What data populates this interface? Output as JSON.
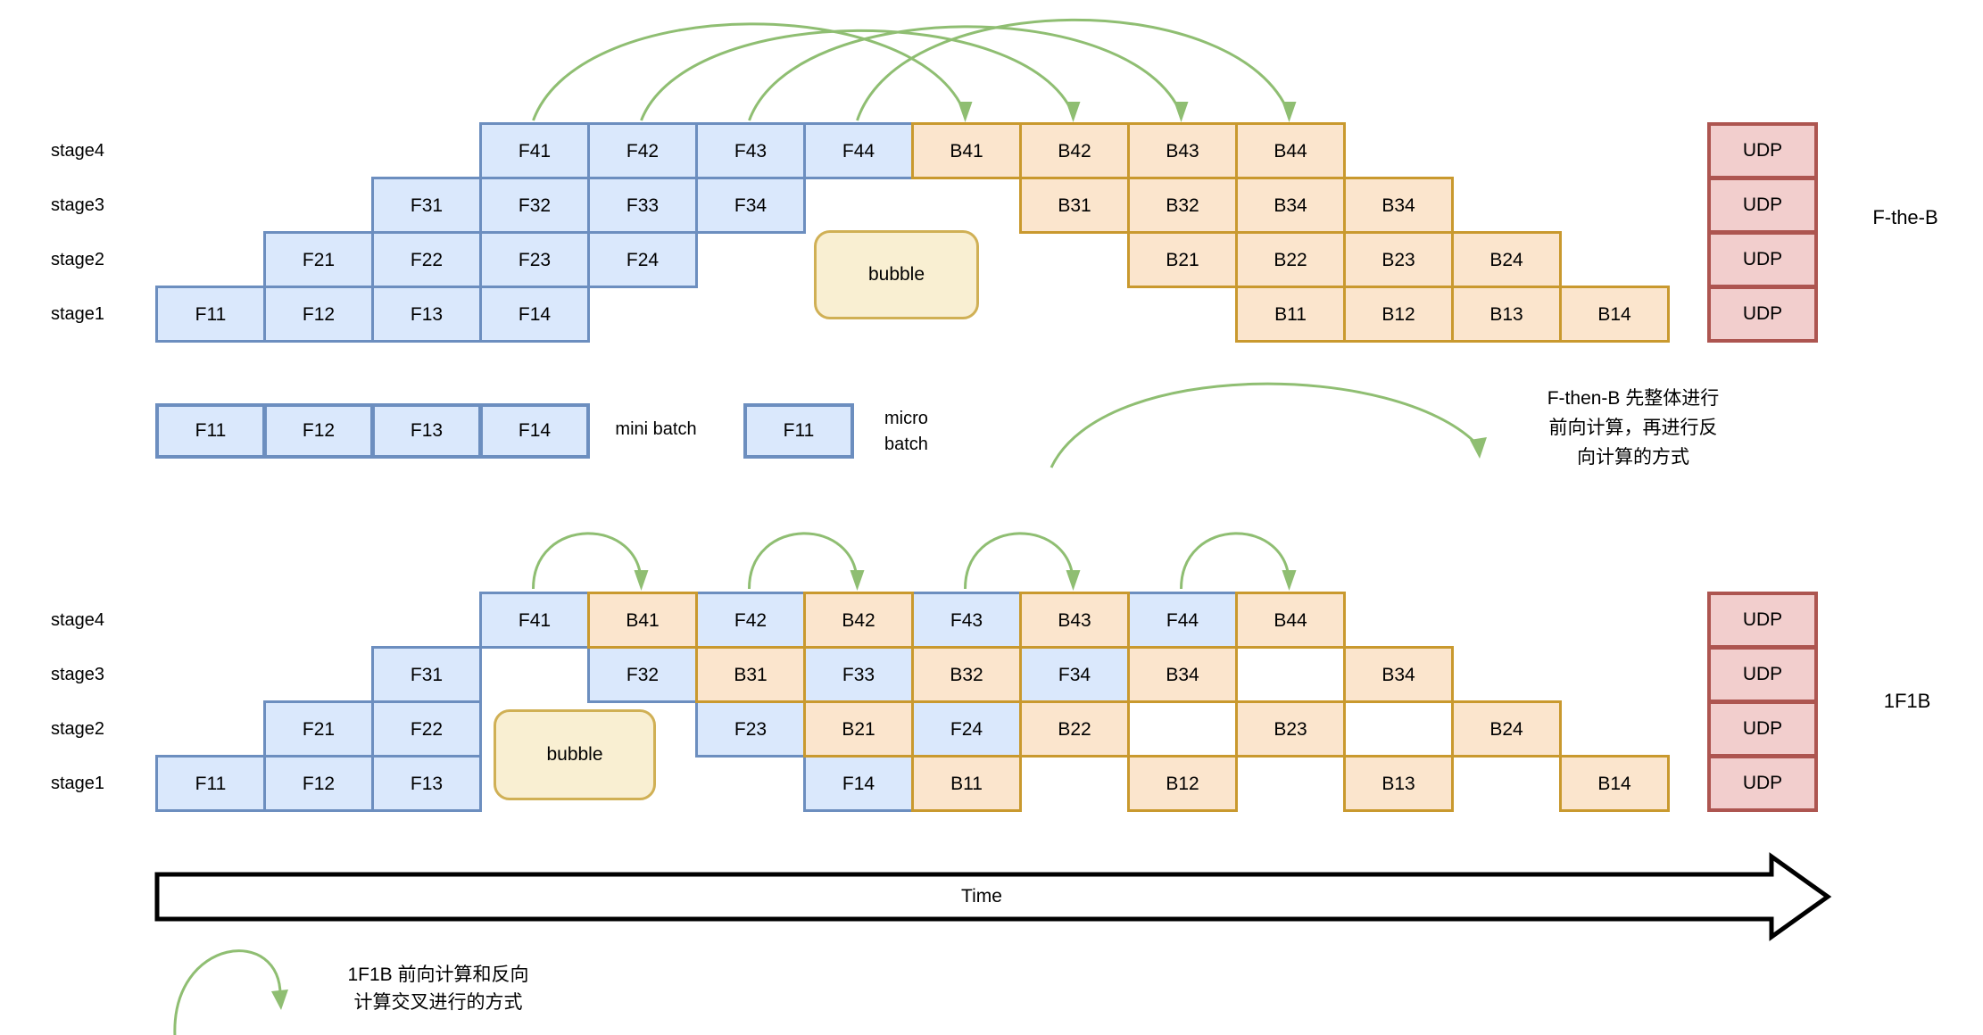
{
  "stages": [
    "stage4",
    "stage3",
    "stage2",
    "stage1"
  ],
  "top_diagram": {
    "name_label": "F-the-B",
    "bubble_label": "bubble",
    "udp_cells": [
      "UDP",
      "UDP",
      "UDP",
      "UDP"
    ],
    "cells": [
      {
        "l": "F41",
        "t": "F",
        "r": 0,
        "c": 3
      },
      {
        "l": "F42",
        "t": "F",
        "r": 0,
        "c": 4
      },
      {
        "l": "F43",
        "t": "F",
        "r": 0,
        "c": 5
      },
      {
        "l": "F44",
        "t": "F",
        "r": 0,
        "c": 6
      },
      {
        "l": "B41",
        "t": "B",
        "r": 0,
        "c": 7
      },
      {
        "l": "B42",
        "t": "B",
        "r": 0,
        "c": 8
      },
      {
        "l": "B43",
        "t": "B",
        "r": 0,
        "c": 9
      },
      {
        "l": "B44",
        "t": "B",
        "r": 0,
        "c": 10
      },
      {
        "l": "F31",
        "t": "F",
        "r": 1,
        "c": 2
      },
      {
        "l": "F32",
        "t": "F",
        "r": 1,
        "c": 3
      },
      {
        "l": "F33",
        "t": "F",
        "r": 1,
        "c": 4
      },
      {
        "l": "F34",
        "t": "F",
        "r": 1,
        "c": 5
      },
      {
        "l": "B31",
        "t": "B",
        "r": 1,
        "c": 8
      },
      {
        "l": "B32",
        "t": "B",
        "r": 1,
        "c": 9
      },
      {
        "l": "B34",
        "t": "B",
        "r": 1,
        "c": 10
      },
      {
        "l": "B34",
        "t": "B",
        "r": 1,
        "c": 11
      },
      {
        "l": "F21",
        "t": "F",
        "r": 2,
        "c": 1
      },
      {
        "l": "F22",
        "t": "F",
        "r": 2,
        "c": 2
      },
      {
        "l": "F23",
        "t": "F",
        "r": 2,
        "c": 3
      },
      {
        "l": "F24",
        "t": "F",
        "r": 2,
        "c": 4
      },
      {
        "l": "B21",
        "t": "B",
        "r": 2,
        "c": 9
      },
      {
        "l": "B22",
        "t": "B",
        "r": 2,
        "c": 10
      },
      {
        "l": "B23",
        "t": "B",
        "r": 2,
        "c": 11
      },
      {
        "l": "B24",
        "t": "B",
        "r": 2,
        "c": 12
      },
      {
        "l": "F11",
        "t": "F",
        "r": 3,
        "c": 0
      },
      {
        "l": "F12",
        "t": "F",
        "r": 3,
        "c": 1
      },
      {
        "l": "F13",
        "t": "F",
        "r": 3,
        "c": 2
      },
      {
        "l": "F14",
        "t": "F",
        "r": 3,
        "c": 3
      },
      {
        "l": "B11",
        "t": "B",
        "r": 3,
        "c": 10
      },
      {
        "l": "B12",
        "t": "B",
        "r": 3,
        "c": 11
      },
      {
        "l": "B13",
        "t": "B",
        "r": 3,
        "c": 12
      },
      {
        "l": "B14",
        "t": "B",
        "r": 3,
        "c": 13
      }
    ]
  },
  "bottom_diagram": {
    "name_label": "1F1B",
    "bubble_label": "bubble",
    "udp_cells": [
      "UDP",
      "UDP",
      "UDP",
      "UDP"
    ],
    "cells": [
      {
        "l": "F41",
        "t": "F",
        "r": 0,
        "c": 3
      },
      {
        "l": "B41",
        "t": "B",
        "r": 0,
        "c": 4
      },
      {
        "l": "F42",
        "t": "F",
        "r": 0,
        "c": 5
      },
      {
        "l": "B42",
        "t": "B",
        "r": 0,
        "c": 6
      },
      {
        "l": "F43",
        "t": "F",
        "r": 0,
        "c": 7
      },
      {
        "l": "B43",
        "t": "B",
        "r": 0,
        "c": 8
      },
      {
        "l": "F44",
        "t": "F",
        "r": 0,
        "c": 9
      },
      {
        "l": "B44",
        "t": "B",
        "r": 0,
        "c": 10
      },
      {
        "l": "F31",
        "t": "F",
        "r": 1,
        "c": 2
      },
      {
        "l": "F32",
        "t": "F",
        "r": 1,
        "c": 4
      },
      {
        "l": "B31",
        "t": "B",
        "r": 1,
        "c": 5
      },
      {
        "l": "F33",
        "t": "F",
        "r": 1,
        "c": 6
      },
      {
        "l": "B32",
        "t": "B",
        "r": 1,
        "c": 7
      },
      {
        "l": "F34",
        "t": "F",
        "r": 1,
        "c": 8
      },
      {
        "l": "B34",
        "t": "B",
        "r": 1,
        "c": 9
      },
      {
        "l": "B34",
        "t": "B",
        "r": 1,
        "c": 11
      },
      {
        "l": "F21",
        "t": "F",
        "r": 2,
        "c": 1
      },
      {
        "l": "F22",
        "t": "F",
        "r": 2,
        "c": 2
      },
      {
        "l": "F23",
        "t": "F",
        "r": 2,
        "c": 5
      },
      {
        "l": "B21",
        "t": "B",
        "r": 2,
        "c": 6
      },
      {
        "l": "F24",
        "t": "F",
        "r": 2,
        "c": 7
      },
      {
        "l": "B22",
        "t": "B",
        "r": 2,
        "c": 8
      },
      {
        "l": "B23",
        "t": "B",
        "r": 2,
        "c": 10
      },
      {
        "l": "B24",
        "t": "B",
        "r": 2,
        "c": 12
      },
      {
        "l": "F11",
        "t": "F",
        "r": 3,
        "c": 0
      },
      {
        "l": "F12",
        "t": "F",
        "r": 3,
        "c": 1
      },
      {
        "l": "F13",
        "t": "F",
        "r": 3,
        "c": 2
      },
      {
        "l": "F14",
        "t": "F",
        "r": 3,
        "c": 6
      },
      {
        "l": "B11",
        "t": "B",
        "r": 3,
        "c": 7
      },
      {
        "l": "B12",
        "t": "B",
        "r": 3,
        "c": 9
      },
      {
        "l": "B13",
        "t": "B",
        "r": 3,
        "c": 11
      },
      {
        "l": "B14",
        "t": "B",
        "r": 3,
        "c": 13
      }
    ]
  },
  "legend": {
    "mini_cells": [
      "F11",
      "F12",
      "F13",
      "F14"
    ],
    "mini_label": "mini batch",
    "micro_cell": "F11",
    "micro_label_lines": [
      "micro",
      "batch"
    ]
  },
  "annotations": {
    "f_then_b_lines": [
      "F-then-B 先整体进行",
      "前向计算，再进行反",
      "向计算的方式"
    ],
    "one_f_one_b_lines": [
      "1F1B 前向计算和反向",
      "计算交叉进行的方式"
    ]
  },
  "time_label": "Time",
  "colors": {
    "f_fill": "#dae8fc",
    "f_stroke": "#6c8ebf",
    "b_fill": "#fbe5cd",
    "b_stroke": "#c9992e",
    "bubble_fill": "#f9efd2",
    "bubble_stroke": "#d0b055",
    "udp_fill": "#f2cecd",
    "udp_stroke": "#ad5550",
    "arrow_green": "#8fbe72"
  }
}
